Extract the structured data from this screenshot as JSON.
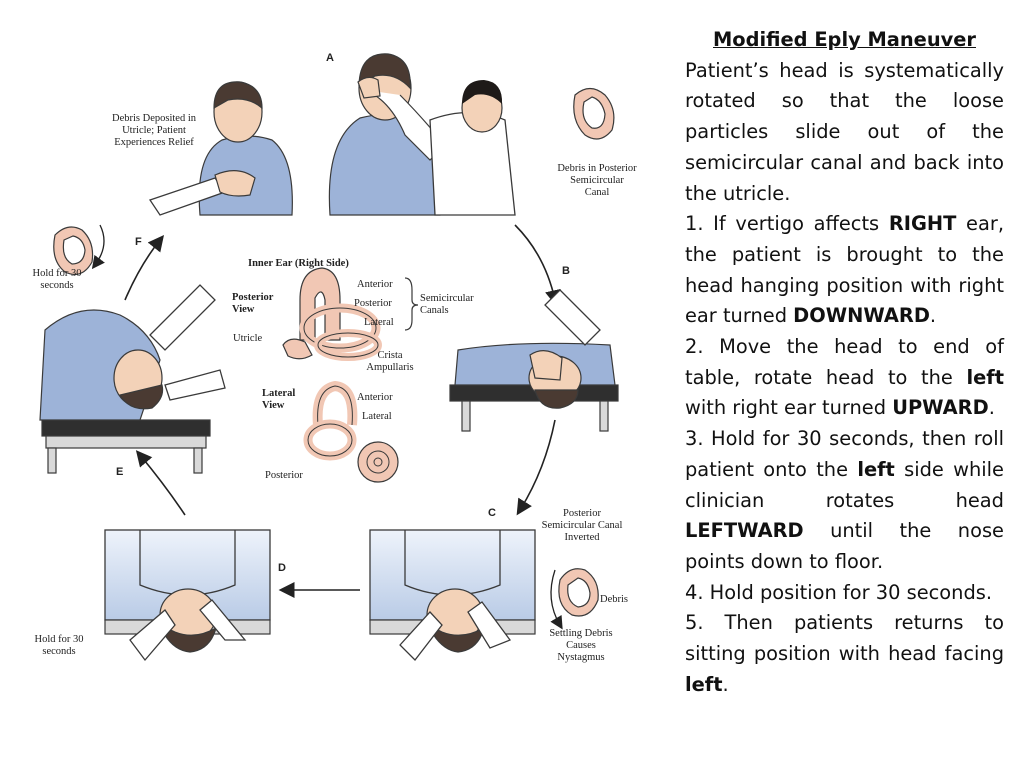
{
  "text_panel": {
    "title": "Modified Eply Maneuver",
    "intro": "Patient’s head is systematically rotated so that the loose particles slide out of the semicircular canal and back into the utricle.",
    "steps": [
      [
        {
          "t": "1. If vertigo affects "
        },
        {
          "t": "RIGHT",
          "b": true
        },
        {
          "t": " ear, the patient is brought to the head hanging position with right ear turned "
        },
        {
          "t": "DOWNWARD",
          "b": true
        },
        {
          "t": "."
        }
      ],
      [
        {
          "t": "2. Move the head to end of table, rotate head to the "
        },
        {
          "t": "left",
          "b": true
        },
        {
          "t": " with right ear turned "
        },
        {
          "t": "UPWARD",
          "b": true
        },
        {
          "t": "."
        }
      ],
      [
        {
          "t": "3. Hold for 30 seconds, then roll patient onto the "
        },
        {
          "t": "left",
          "b": true
        },
        {
          "t": " side while clinician rotates head "
        },
        {
          "t": "LEFTWARD",
          "b": true
        },
        {
          "t": " until the nose points down to floor."
        }
      ],
      [
        {
          "t": "4. Hold position for 30 seconds."
        }
      ],
      [
        {
          "t": "5. Then patients returns to sitting position with head facing "
        },
        {
          "t": "left",
          "b": true
        },
        {
          "t": "."
        }
      ]
    ]
  },
  "diagram": {
    "step_letters": {
      "a": "A",
      "b": "B",
      "c": "C",
      "d": "D",
      "e": "E",
      "f": "F"
    },
    "labels": {
      "debris_utricle": "Debris Deposited in Utricle; Patient Experiences Relief",
      "debris_posterior": "Debris in Posterior Semicircular Canal",
      "hold_f": "Hold for 30 seconds",
      "hold_d": "Hold for 30 seconds",
      "canal_inverted": "Posterior Semicircular Canal Inverted",
      "debris": "Debris",
      "settling": "Settling Debris Causes Nystagmus"
    },
    "inner_ear": {
      "title": "Inner Ear (Right Side)",
      "posterior_view": "Posterior View",
      "lateral_view": "Lateral View",
      "anterior_1": "Anterior",
      "posterior_1": "Posterior",
      "lateral_1": "Lateral",
      "semicircular_canals": "Semicircular Canals",
      "utricle": "Utricle",
      "crista_ampullaris": "Crista Ampullaris",
      "anterior_2": "Anterior",
      "lateral_2": "Lateral",
      "posterior_2": "Posterior"
    },
    "colors": {
      "shirt": "#9db3d8",
      "skin": "#f3d2b8",
      "hair": "#4a3a32",
      "table_top": "#2f2f2f",
      "table_side": "#d9d9d9",
      "ear": "#f1c7b4",
      "outline": "#3a3a3a"
    }
  }
}
